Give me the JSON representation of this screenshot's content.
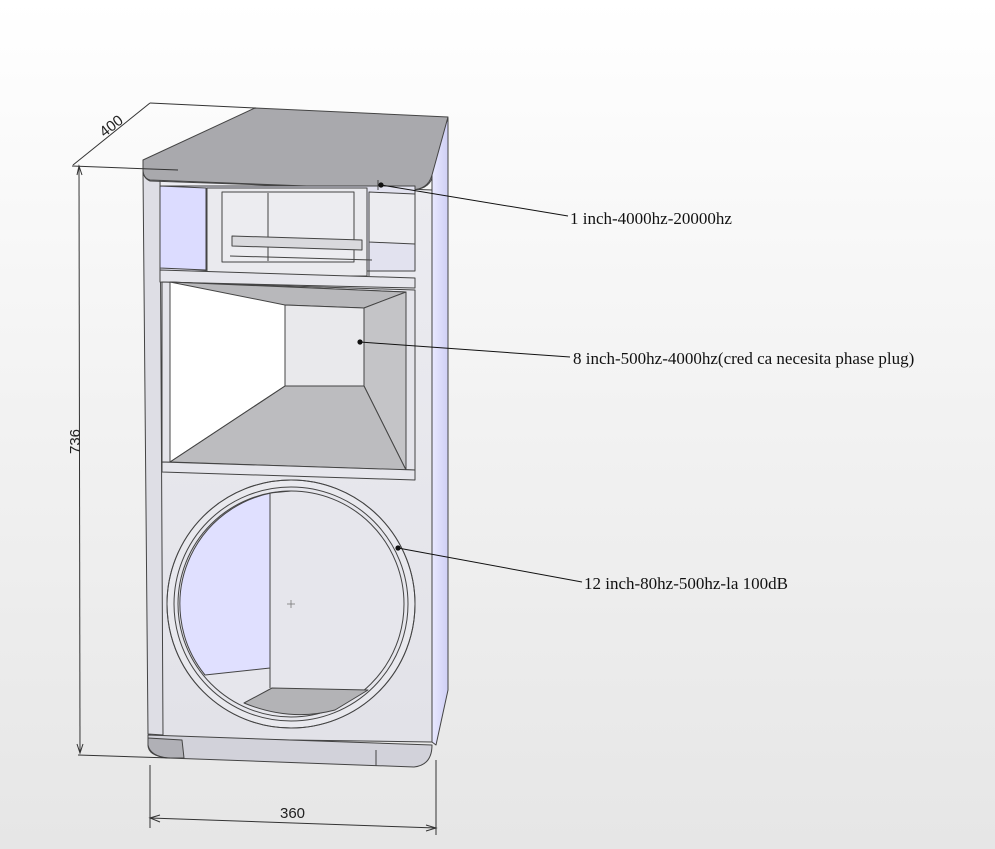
{
  "dimensions": {
    "depth": "400",
    "height": "736",
    "width": "360"
  },
  "callouts": {
    "tweeter": "1 inch-4000hz-20000hz",
    "midrange": "8 inch-500hz-4000hz(cred ca necesita phase plug)",
    "woofer": "12 inch-80hz-500hz-la 100dB"
  },
  "colors": {
    "body": "#e9e9ee",
    "side_panel": "#dcdcff",
    "top_panel": "#a9a9ad",
    "horn_dark": "#b7b7b9",
    "horn_light": "#d6d6d8",
    "edge": "#444444"
  }
}
